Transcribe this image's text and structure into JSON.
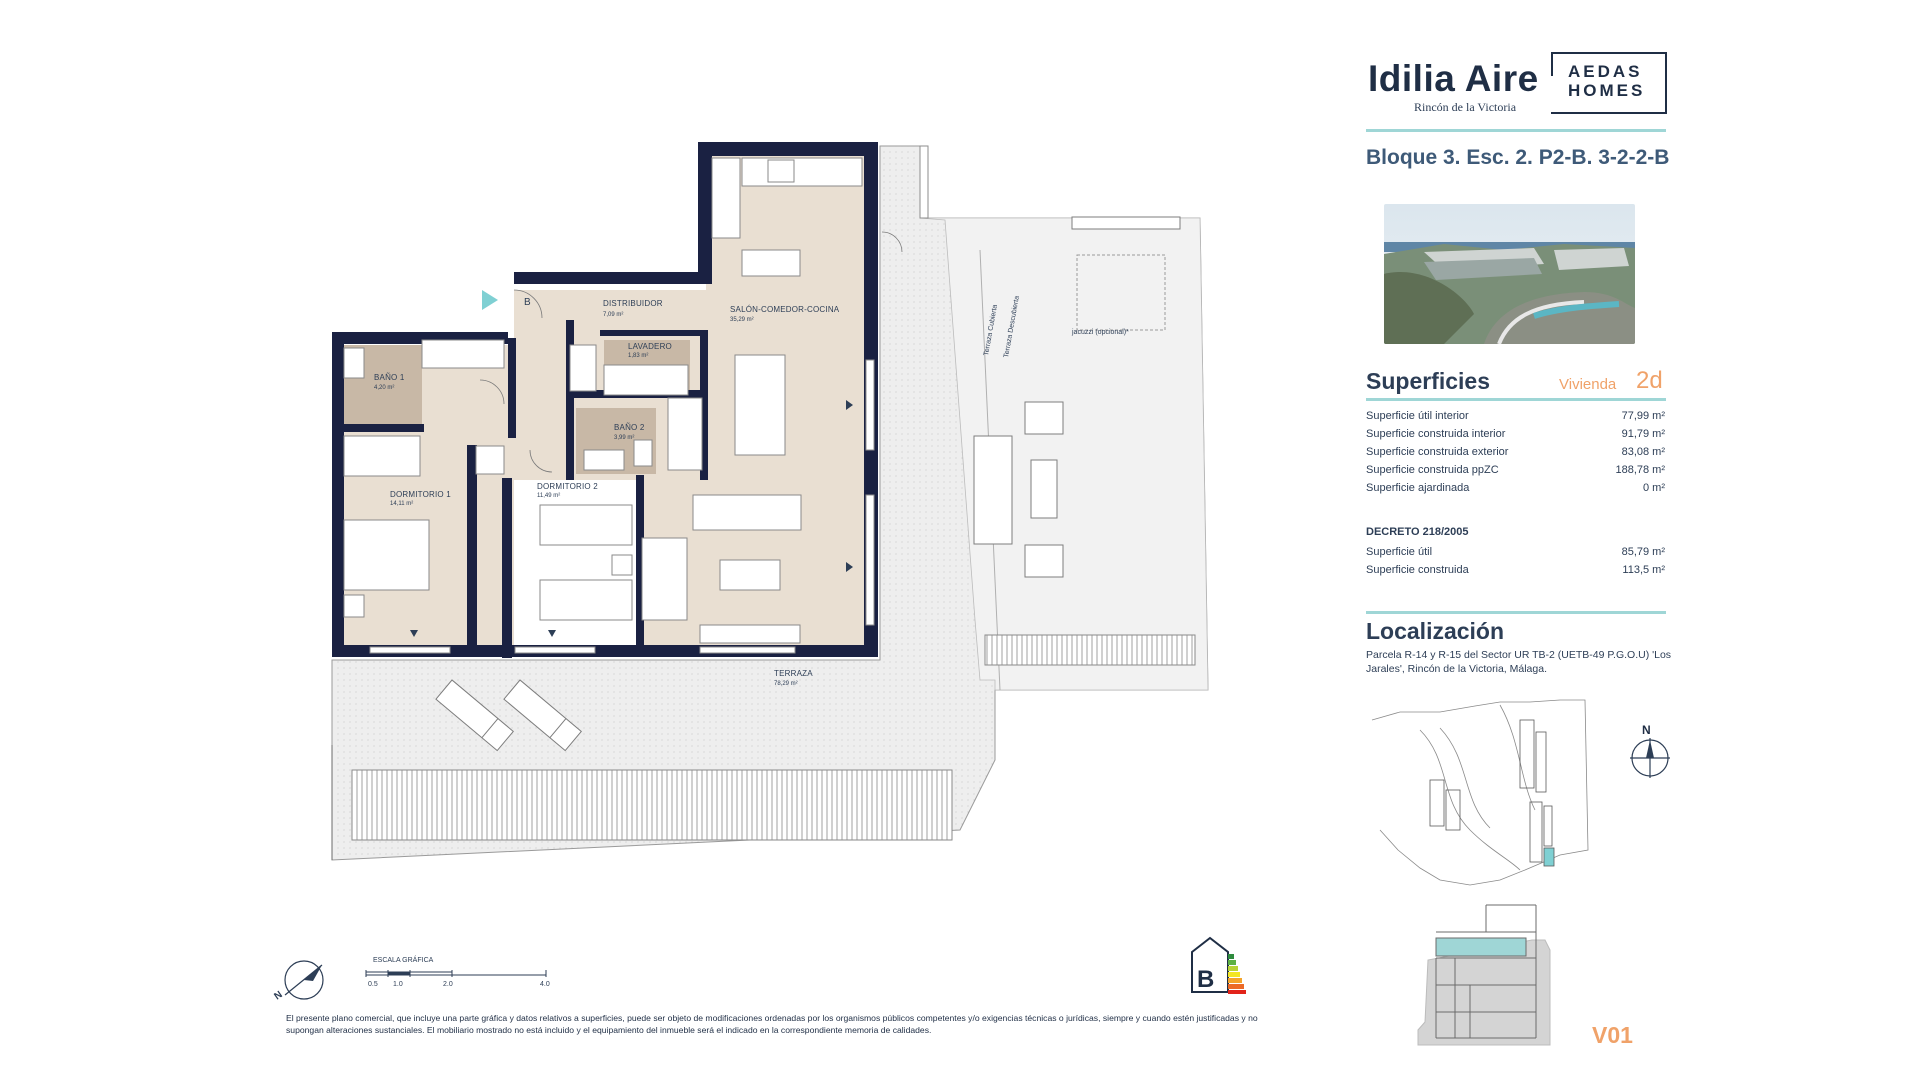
{
  "brand": {
    "name": "Idilia Aire",
    "location": "Rincón de la Victoria",
    "logo_line1": "AEDAS",
    "logo_line2": "HOMES"
  },
  "unit_ref": "Bloque 3. Esc. 2. P2-B. 3-2-2-B",
  "superficies": {
    "title": "Superficies",
    "tipo_label": "Vivienda",
    "tipo_value": "2d",
    "rows": [
      {
        "label": "Superficie útil interior",
        "value": "77,99 m²"
      },
      {
        "label": "Superficie construida interior",
        "value": "91,79 m²"
      },
      {
        "label": "Superficie construida exterior",
        "value": "83,08 m²"
      },
      {
        "label": "Superficie construida ppZC",
        "value": "188,78 m²"
      },
      {
        "label": "Superficie ajardinada",
        "value": "0 m²"
      }
    ],
    "decreto_title": "DECRETO 218/2005",
    "decreto_rows": [
      {
        "label": "Superficie útil",
        "value": "85,79 m²"
      },
      {
        "label": "Superficie construida",
        "value": "113,5 m²"
      }
    ]
  },
  "localizacion": {
    "title": "Localización",
    "text": "Parcela R-14 y R-15 del Sector UR TB-2 (UETB-49 P.G.O.U) 'Los Jarales', Rincón de la Victoria, Málaga."
  },
  "compass_letter": "N",
  "plan_code": "V01",
  "plan": {
    "rooms": [
      {
        "name": "DISTRIBUIDOR",
        "area": "7,09 m²"
      },
      {
        "name": "SALÓN-COMEDOR-COCINA",
        "area": "35,29 m²"
      },
      {
        "name": "LAVADERO",
        "area": "1,83 m²"
      },
      {
        "name": "BAÑO 1",
        "area": "4,20 m²"
      },
      {
        "name": "BAÑO 2",
        "area": "3,99 m²"
      },
      {
        "name": "DORMITORIO 1",
        "area": "14,11 m²"
      },
      {
        "name": "DORMITORIO 2",
        "area": "11,49 m²"
      },
      {
        "name": "TERRAZA",
        "area": "78,29 m²"
      }
    ],
    "door_letter": "B",
    "terrace_cubierta": "Terraza Cubierta",
    "terrace_descubierta": "Terraza Descubierta",
    "jacuzzi": "jacuzzi (opcional)*"
  },
  "scale": {
    "title": "ESCALA GRÁFICA",
    "ticks": [
      "0.5",
      "1.0",
      "2.0",
      "4.0"
    ]
  },
  "energy": {
    "rating": "B"
  },
  "compass_plan_letter": "N",
  "disclaimer": "El presente plano comercial, que incluye una parte gráfica y datos relativos a superficies, puede ser objeto de modificaciones ordenadas por los organismos públicos competentes y/o exigencias técnicas o jurídicas, siempre y cuando estén justificadas y no supongan alteraciones sustanciales. El mobiliario mostrado no está incluido y el equipamiento del inmueble será el indicado en la correspondiente memoria de calidades.",
  "colors": {
    "wall": "#1a2142",
    "floor": "#e9dfd2",
    "bath": "#c8b8a6",
    "teal": "#9fd6d6",
    "orange": "#f0a269",
    "navy": "#2d3e56"
  }
}
